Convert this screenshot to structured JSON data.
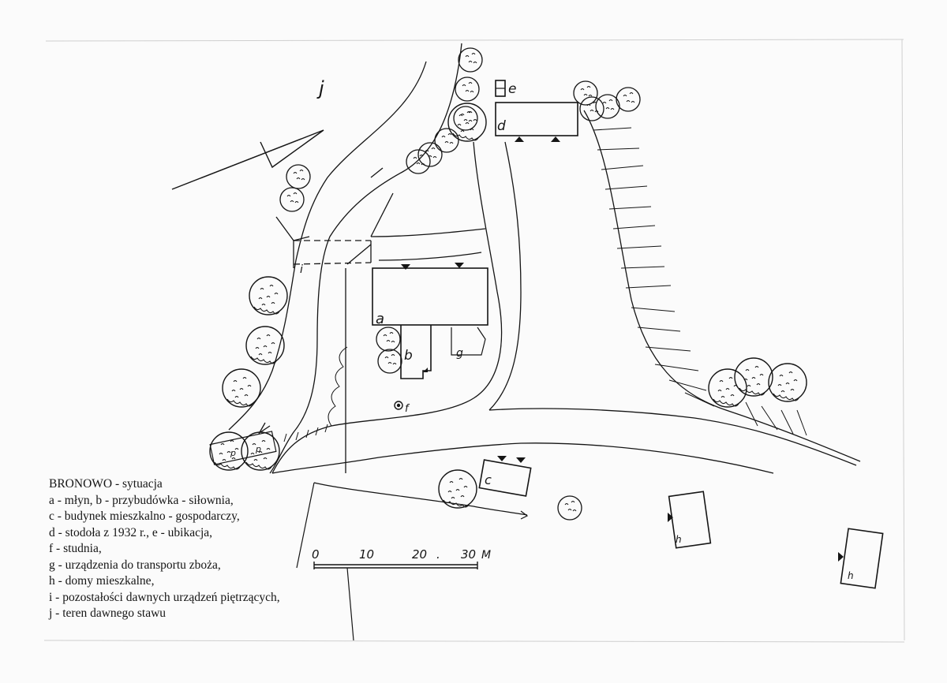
{
  "legend": {
    "title": "BRONOWO - sytuacja",
    "lines": [
      "a - młyn, b - przybudówka - siłownia,",
      "c - budynek mieszkalno - gospodarczy,",
      "d - stodoła z 1932 r., e - ubikacja,",
      "f - studnia,",
      "g - urządzenia do transportu zboża,",
      "h - domy mieszkalne,",
      "i - pozostałości dawnych urządzeń piętrzących,",
      "j - teren dawnego stawu"
    ]
  },
  "labels": {
    "a": "a",
    "b": "b",
    "c": "c",
    "d": "d",
    "e": "e",
    "f": "f",
    "g": "g",
    "h1": "h",
    "h2": "h",
    "i": "i",
    "j": "j",
    "p1": "p",
    "p2": "p"
  },
  "scale": {
    "ticks": [
      "0",
      "10",
      "20",
      "30"
    ],
    "unit": "M"
  },
  "colors": {
    "ink": "#151515",
    "paper": "#fbfbfb"
  }
}
